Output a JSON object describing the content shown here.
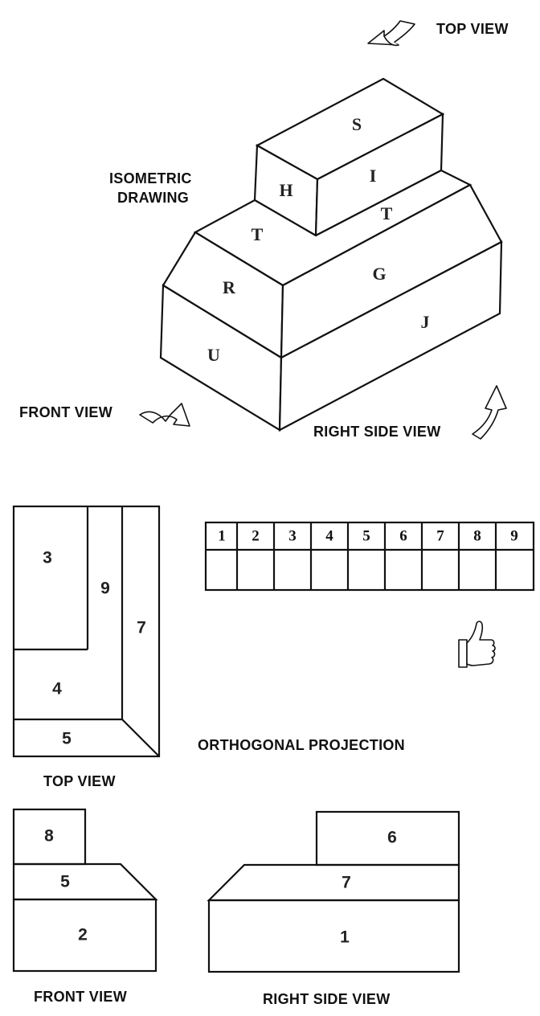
{
  "labels": {
    "top_view_iso": "TOP VIEW",
    "isometric_line1": "ISOMETRIC",
    "isometric_line2": "DRAWING",
    "front_view_iso": "FRONT VIEW",
    "right_side_view_iso": "RIGHT SIDE VIEW",
    "orthogonal_projection": "ORTHOGONAL PROJECTION",
    "top_view": "TOP VIEW",
    "front_view": "FRONT VIEW",
    "right_side_view": "RIGHT SIDE VIEW"
  },
  "isometric_faces": {
    "s": "S",
    "h": "H",
    "i": "I",
    "t_left": "T",
    "t_right": "T",
    "r": "R",
    "g": "G",
    "u": "U",
    "j": "J"
  },
  "top_view_regions": {
    "r3": "3",
    "r9": "9",
    "r7": "7",
    "r4": "4",
    "r5": "5"
  },
  "front_view_regions": {
    "r8": "8",
    "r5": "5",
    "r2": "2"
  },
  "side_view_regions": {
    "r6": "6",
    "r7": "7",
    "r1": "1"
  },
  "answer_table": {
    "headers": [
      "1",
      "2",
      "3",
      "4",
      "5",
      "6",
      "7",
      "8",
      "9"
    ],
    "answers": [
      "",
      "",
      "",
      "",
      "",
      "",
      "",
      "",
      ""
    ]
  },
  "icons": {
    "top_arrow": "curved-arrow-icon",
    "front_arrow": "curved-arrow-icon",
    "side_arrow": "curved-arrow-icon",
    "thumbs": "thumbs-up-icon"
  }
}
